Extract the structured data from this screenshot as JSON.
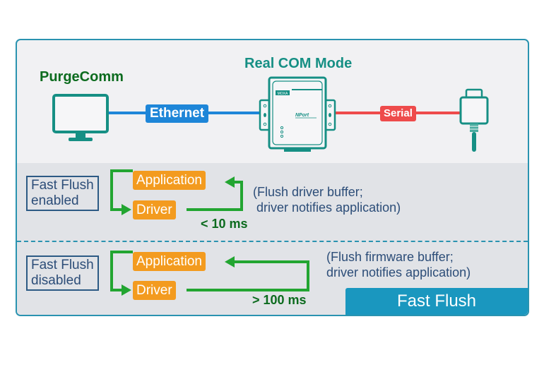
{
  "top": {
    "host_label": "PurgeComm",
    "mode_title": "Real COM Mode",
    "ethernet_label": "Ethernet",
    "serial_label": "Serial",
    "device_brand": "MOXA",
    "device_model": "NPort"
  },
  "enabled_row": {
    "mode_line1": "Fast Flush",
    "mode_line2": "enabled",
    "app_label": "Application",
    "driver_label": "Driver",
    "timing": "< 10 ms",
    "note": "(Flush driver buffer;\n driver notifies application)"
  },
  "disabled_row": {
    "mode_line1": "Fast Flush",
    "mode_line2": "disabled",
    "app_label": "Application",
    "driver_label": "Driver",
    "timing": "> 100 ms",
    "note": "(Flush firmware buffer;\ndriver notifies application)"
  },
  "footer_tab": "Fast Flush",
  "colors": {
    "ethernet": "#1e86d8",
    "serial": "#ee4b4b",
    "flow_arrow": "#22a531",
    "module_box": "#f39b1f",
    "accent": "#1a97bf"
  }
}
